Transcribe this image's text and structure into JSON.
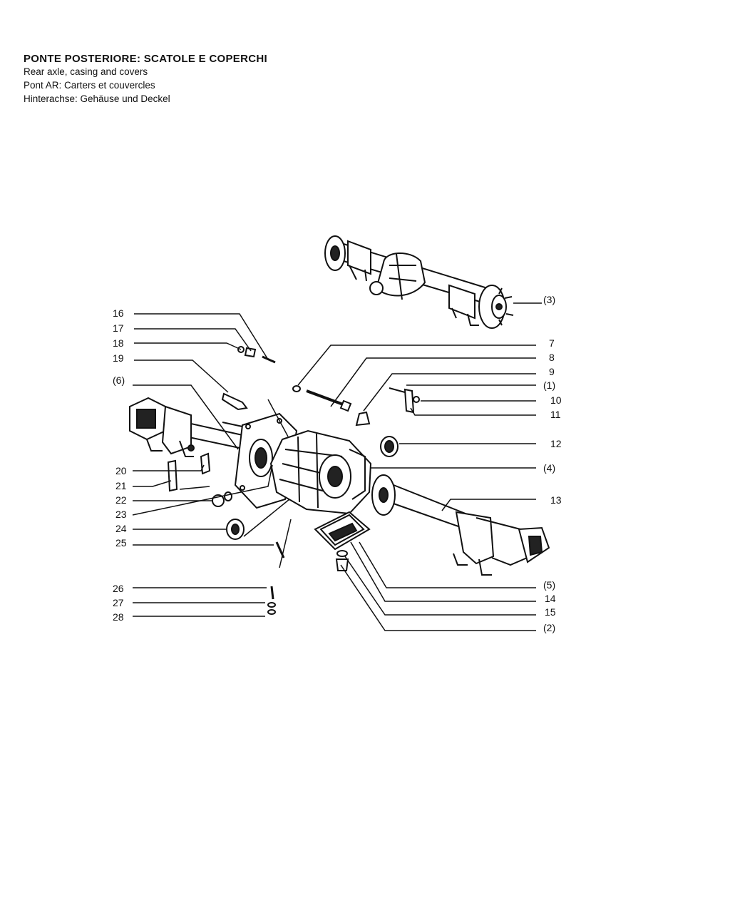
{
  "titles": {
    "it": "PONTE POSTERIORE: SCATOLE E COPERCHI",
    "en": "Rear axle, casing and covers",
    "fr": "Pont AR: Carters et couvercles",
    "de": "Hinterachse: Gehäuse und Deckel"
  },
  "callouts_left": [
    "16",
    "17",
    "18",
    "19",
    "(6)",
    "20",
    "21",
    "22",
    "23",
    "24",
    "25",
    "26",
    "27",
    "28"
  ],
  "callouts_right": [
    "(3)",
    "7",
    "8",
    "9",
    "(1)",
    "10",
    "11",
    "12",
    "(4)",
    "13",
    "(5)",
    "14",
    "15",
    "(2)"
  ]
}
